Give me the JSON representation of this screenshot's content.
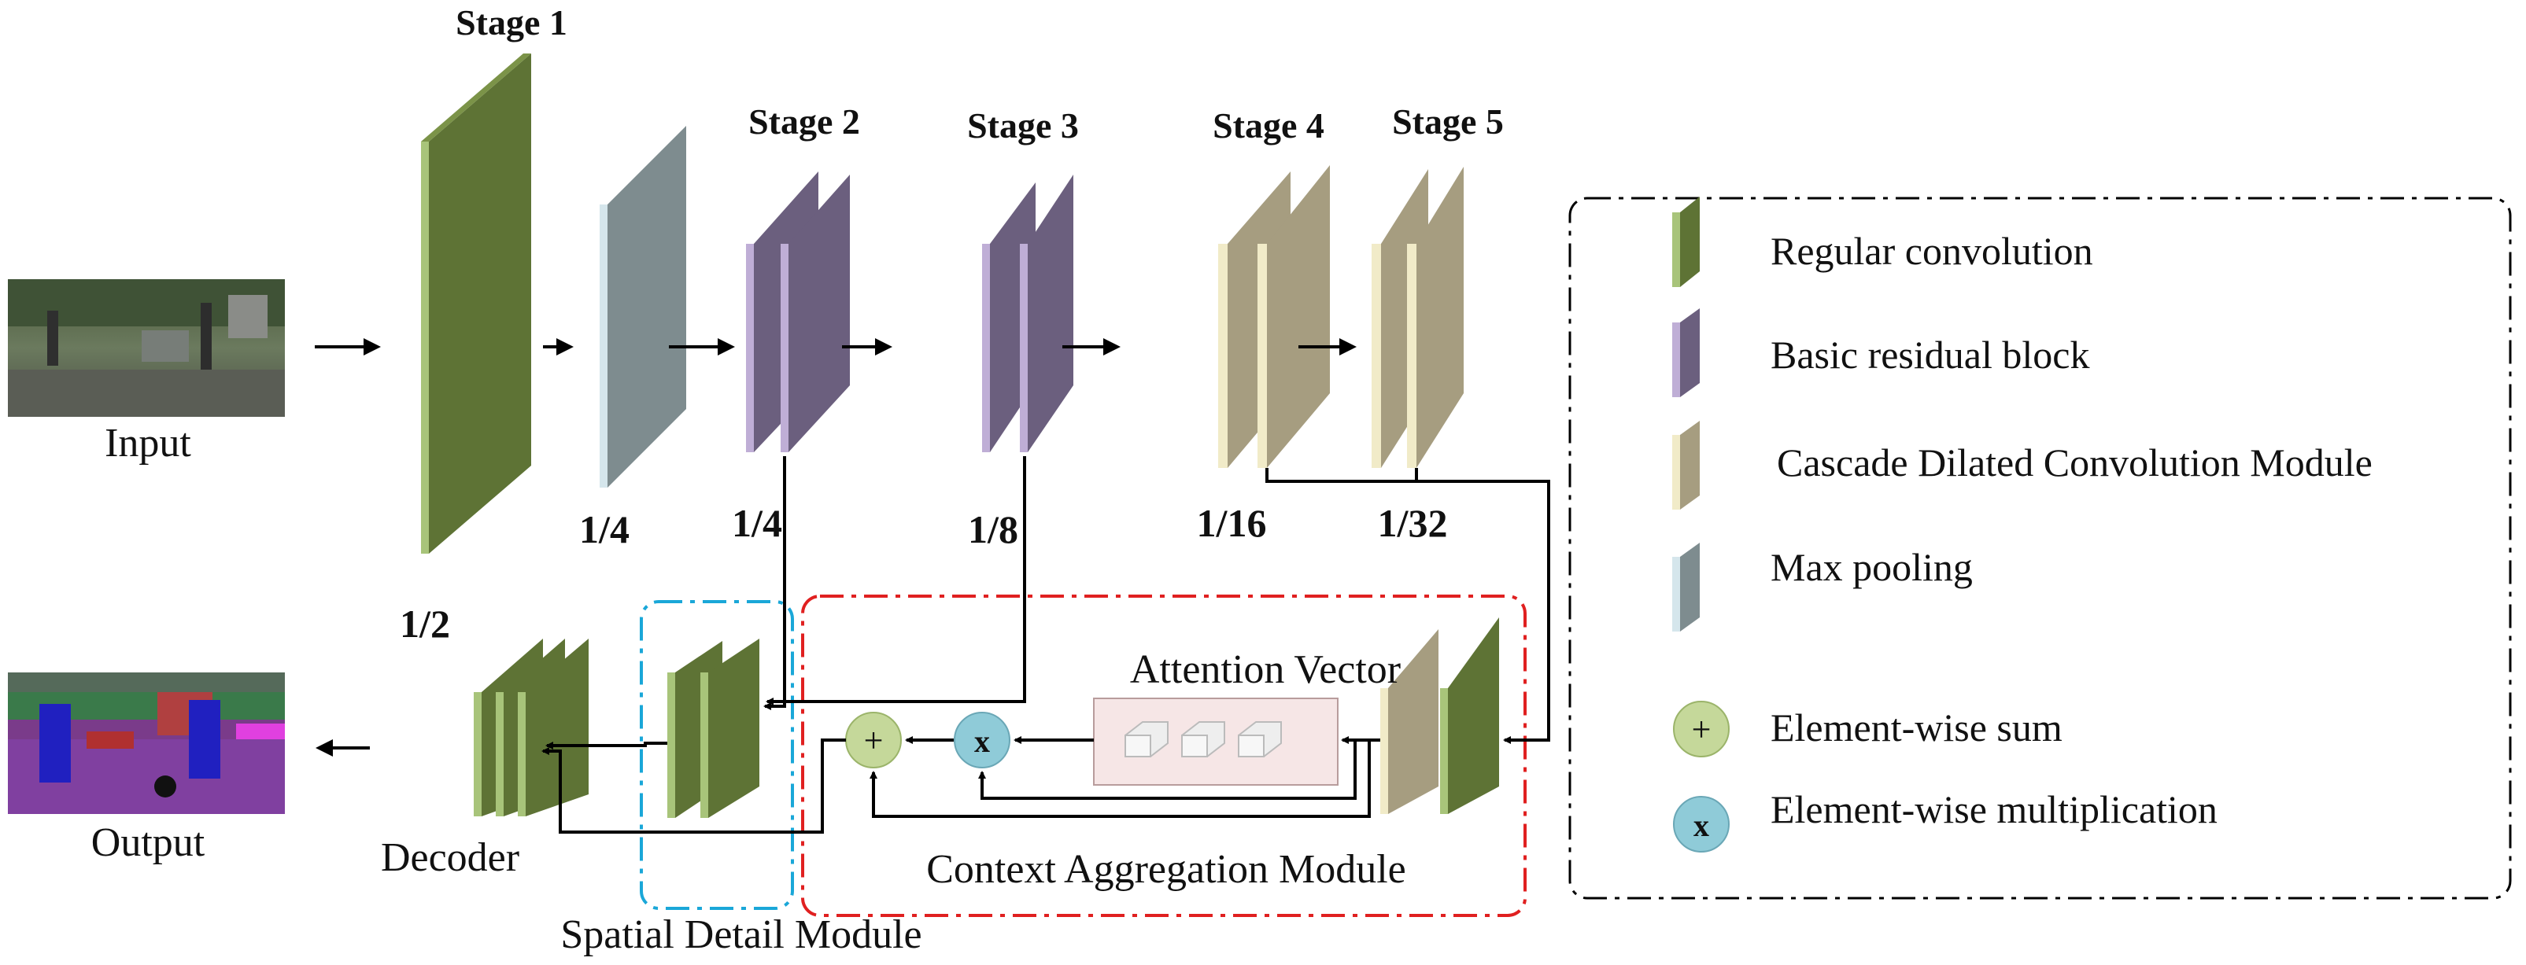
{
  "labels": {
    "stage1": "Stage 1",
    "stage2": "Stage 2",
    "stage3": "Stage 3",
    "stage4": "Stage 4",
    "stage5": "Stage 5",
    "input": "Input",
    "output": "Output",
    "decoder": "Decoder",
    "spatial_detail": "Spatial Detail Module",
    "context_aggregation": "Context Aggregation Module",
    "attention_vector": "Attention Vector"
  },
  "scales": {
    "half": "1/2",
    "quarter_pool": "1/4",
    "quarter_stage2": "1/4",
    "eighth": "1/8",
    "sixteenth": "1/16",
    "thirty_second": "1/32"
  },
  "operators": {
    "sum_symbol": "+",
    "mult_symbol": "x"
  },
  "legend": {
    "items": [
      {
        "label": "Regular convolution",
        "icon": "green-block-icon"
      },
      {
        "label": "Basic residual block",
        "icon": "purple-block-icon"
      },
      {
        "label": "Cascade Dilated Convolution Module",
        "icon": "tan-block-icon"
      },
      {
        "label": "Max pooling",
        "icon": "gray-block-icon"
      },
      {
        "label": "Element-wise sum",
        "icon": "sum-circle-icon"
      },
      {
        "label": "Element-wise multiplication",
        "icon": "mult-circle-icon"
      }
    ]
  },
  "colors": {
    "conv_front": "#5e7335",
    "conv_side": "#a8c47a",
    "residual_front": "#6b5f7e",
    "residual_side": "#bfaed6",
    "cdcm_front": "#a69d80",
    "cdcm_side": "#f1ebc8",
    "pool_front": "#7e8c8f",
    "pool_side": "#d5e6ec",
    "sum_fill": "#c5d89a",
    "mult_fill": "#8fcbd8",
    "attention_bg": "#f6e6e6",
    "spatial_border": "#1aa7d8",
    "context_border": "#e02020"
  }
}
